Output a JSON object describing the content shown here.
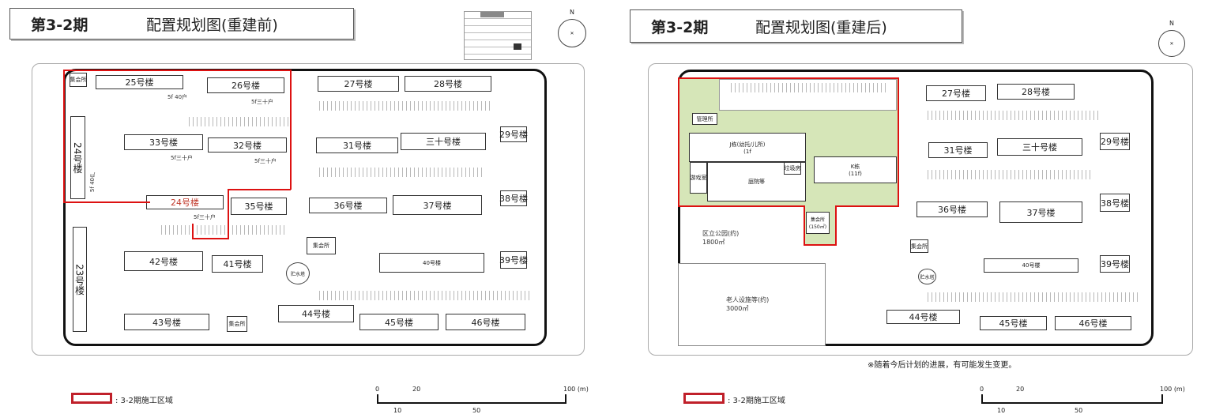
{
  "left": {
    "title_phase": "第3-2期",
    "title_name": "配置规划图(重建前)",
    "buildings": {
      "b25": "25号楼",
      "b26": "26号楼",
      "b33": "33号楼",
      "b32": "32号楼",
      "b24v": "24号楼",
      "b24": "24号楼",
      "b35": "35号楼",
      "b23": "23号楼",
      "b27": "27号楼",
      "b28": "28号楼",
      "b31": "31号楼",
      "b30": "三十号楼",
      "b29": "29号楼",
      "b36": "36号楼",
      "b37": "37号楼",
      "b38": "38号楼",
      "b42": "42号楼",
      "b41": "41号楼",
      "b40": "40号楼",
      "b39": "39号楼",
      "b43": "43号楼",
      "b44": "44号楼",
      "b45": "45号楼",
      "b46": "46号楼",
      "hall1": "集会所",
      "hall2": "集会所",
      "hall3": "集会所",
      "tower": "贮水塔"
    },
    "notes": {
      "n1": "5f 40户",
      "n2": "5f三十户",
      "n3": "5f三十户",
      "n4": "5f三十户",
      "n5": "5f 40户",
      "n6": "5f三十户"
    },
    "legend": ": 3-2期施工区域"
  },
  "right": {
    "title_phase": "第3-2期",
    "title_name": "配置规划图(重建后)",
    "buildings": {
      "b27": "27号楼",
      "b28": "28号楼",
      "b29": "29号楼",
      "b31": "31号楼",
      "b30": "三十号楼",
      "b36": "36号楼",
      "b37": "37号楼",
      "b38": "38号楼",
      "b40": "40号楼",
      "b39": "39号楼",
      "b44": "44号楼",
      "b45": "45号楼",
      "b46": "46号楼",
      "hall": "集会所",
      "tower": "贮水塔"
    },
    "new": {
      "j": "J栋(幼托/儿所)",
      "j_floors": "(1f",
      "garden": "庭院等",
      "k": "K栋",
      "k_floors": "(11f)",
      "guard": "游戏室",
      "meeting": "集会所",
      "meeting_area": "(150㎡)",
      "park": "区立公园(约)",
      "park_area": "1800㎡",
      "elder": "老人设施等(约)",
      "elder_area": "3000㎡",
      "office": "管理所",
      "shed": "垃圾房"
    },
    "disclaimer": "※随着今后计划的进展，有可能发生变更。",
    "legend": ": 3-2期施工区域"
  },
  "scale": {
    "t0": "0",
    "t20": "20",
    "t100": "100 (m)",
    "t10": "10",
    "t50": "50"
  },
  "compass": "N",
  "colors": {
    "red": "#d11",
    "green": "#d6e6b8"
  }
}
